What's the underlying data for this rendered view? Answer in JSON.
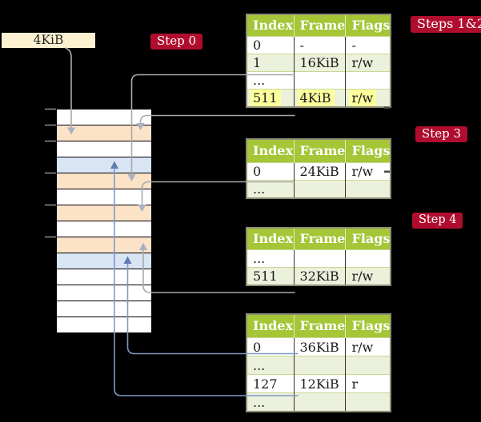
{
  "frame_label": {
    "text": "4KiB"
  },
  "badges": {
    "step0": "Step 0",
    "steps12": "Steps 1&2",
    "step3": "Step 3",
    "step4": "Step 4"
  },
  "tables": [
    {
      "name": "page-table-steps-1-2",
      "headers": [
        "Index",
        "Frame",
        "Flags"
      ],
      "rows": [
        [
          "0",
          "-",
          "-"
        ],
        [
          "1",
          "16KiB",
          "r/w"
        ],
        [
          "...",
          "",
          ""
        ],
        [
          "511",
          "4KiB",
          "r/w"
        ]
      ],
      "highlighted_row": "511"
    },
    {
      "name": "page-table-step-3",
      "headers": [
        "Index",
        "Frame",
        "Flags"
      ],
      "rows": [
        [
          "0",
          "24KiB",
          "r/w"
        ],
        [
          "...",
          "",
          ""
        ]
      ]
    },
    {
      "name": "page-table-step-4",
      "headers": [
        "Index",
        "Frame",
        "Flags"
      ],
      "rows": [
        [
          "...",
          "",
          ""
        ],
        [
          "511",
          "32KiB",
          "r/w"
        ]
      ]
    },
    {
      "name": "page-table-final",
      "headers": [
        "Index",
        "Frame",
        "Flags"
      ],
      "rows": [
        [
          "0",
          "36KiB",
          "r/w"
        ],
        [
          "...",
          "",
          ""
        ],
        [
          "127",
          "12KiB",
          "r"
        ],
        [
          "...",
          "",
          ""
        ]
      ]
    }
  ],
  "memory_column": {
    "description": "physical memory frames, 14 rows of 4KiB",
    "row_fills": [
      "white",
      "orange",
      "white",
      "blue",
      "orange",
      "white",
      "orange",
      "white",
      "orange",
      "blue",
      "white",
      "white",
      "white",
      "white"
    ],
    "tick_count": 6
  },
  "connectors": [
    {
      "from": "frame-size-label",
      "to": "frame-4KiB",
      "color": "gray"
    },
    {
      "from": "page-table-steps-1-2 row 1 (16KiB)",
      "to": "frame-16KiB",
      "color": "gray"
    },
    {
      "from": "page-table-steps-1-2 row 511 (4KiB)",
      "to": "frame-4KiB",
      "color": "gray"
    },
    {
      "from": "page-table-step-3 row 0 (24KiB)",
      "to": "frame-24KiB",
      "color": "gray"
    },
    {
      "from": "page-table-step-4 row 511 (32KiB)",
      "to": "frame-32KiB",
      "color": "gray"
    },
    {
      "from": "page-table-final row 0 (36KiB)",
      "to": "frame-36KiB",
      "color": "blue"
    },
    {
      "from": "page-table-final row 127 (12KiB)",
      "to": "frame-12KiB",
      "color": "blue"
    }
  ],
  "colors": {
    "background": "#000000",
    "badge_red": "#b00d2e",
    "header_green": "#a4c637",
    "row_light_green": "#ecf1dc",
    "highlight_yellow": "#fdff9c",
    "frame_orange": "#fce3c8",
    "frame_blue": "#d9e4f4",
    "label_cream": "#fcf2d2",
    "connector_gray": "#a9a9a9",
    "connector_blue": "#7e9ac7"
  }
}
